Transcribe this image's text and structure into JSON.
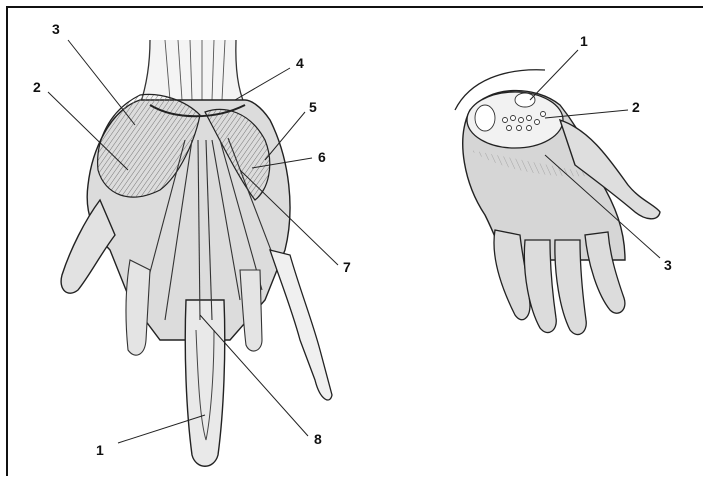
{
  "colors": {
    "ink": "#1a1a1a",
    "muscle": "#8a8a8a",
    "skin": "#c9c9c9",
    "bone": "#e6e6e6",
    "border": "#111111"
  },
  "left_figure": {
    "labels": {
      "l1": "1",
      "l2": "2",
      "l3": "3",
      "l4": "4",
      "l5": "5",
      "l6": "6",
      "l7": "7",
      "l8": "8"
    }
  },
  "right_figure": {
    "labels": {
      "r1": "1",
      "r2": "2",
      "r3": "3"
    }
  }
}
